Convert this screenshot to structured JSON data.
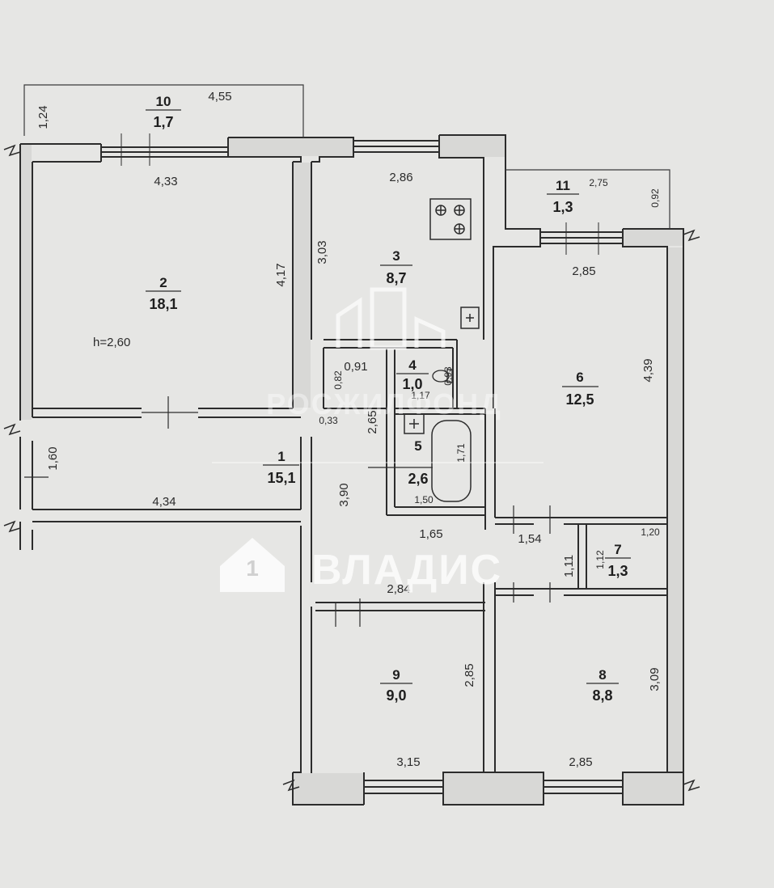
{
  "ceiling_height": "h=2,60",
  "rooms": [
    {
      "id": "1",
      "number": "1",
      "area": "15,1"
    },
    {
      "id": "2",
      "number": "2",
      "area": "18,1"
    },
    {
      "id": "3",
      "number": "3",
      "area": "8,7"
    },
    {
      "id": "4",
      "number": "4",
      "area": "1,0"
    },
    {
      "id": "5",
      "number": "5",
      "area": "2,6"
    },
    {
      "id": "6",
      "number": "6",
      "area": "12,5"
    },
    {
      "id": "7",
      "number": "7",
      "area": "1,3"
    },
    {
      "id": "8",
      "number": "8",
      "area": "8,8"
    },
    {
      "id": "9",
      "number": "9",
      "area": "9,0"
    },
    {
      "id": "10",
      "number": "10",
      "area": "1,7"
    },
    {
      "id": "11",
      "number": "11",
      "area": "1,3"
    }
  ],
  "dimensions": {
    "b10_height": "1,24",
    "b10_width": "4,55",
    "r2_width": "4,33",
    "r2_depth": "4,17",
    "r3_width": "2,86",
    "r3_depth": "3,03",
    "b11_width": "2,75",
    "b11_depth": "0,92",
    "r6_width": "2,85",
    "r6_depth": "4,39",
    "r4_width": "0,91",
    "r4_depth": "0,82",
    "r4_inner": "0,93",
    "r4_small": "1,17",
    "corr_a": "0,33",
    "r5_depth_left": "2,65",
    "r5_tub": "1,71",
    "r5_width": "1,50",
    "corr_depth": "3,90",
    "corr_left_w": "4,34",
    "corr_left_h": "1,60",
    "corr_mid": "1,65",
    "closet_w": "1,54",
    "closet_h": "1,11",
    "r7_h": "1,12",
    "r7_w": "1,20",
    "corr_bottom": "2,84",
    "r9_depth": "2,85",
    "r9_width": "3,15",
    "r8_depth": "3,09",
    "r8_width": "2,85"
  },
  "watermarks": {
    "top": "РОСЖИЛФОНД",
    "bottom": "ВЛАДИС"
  }
}
